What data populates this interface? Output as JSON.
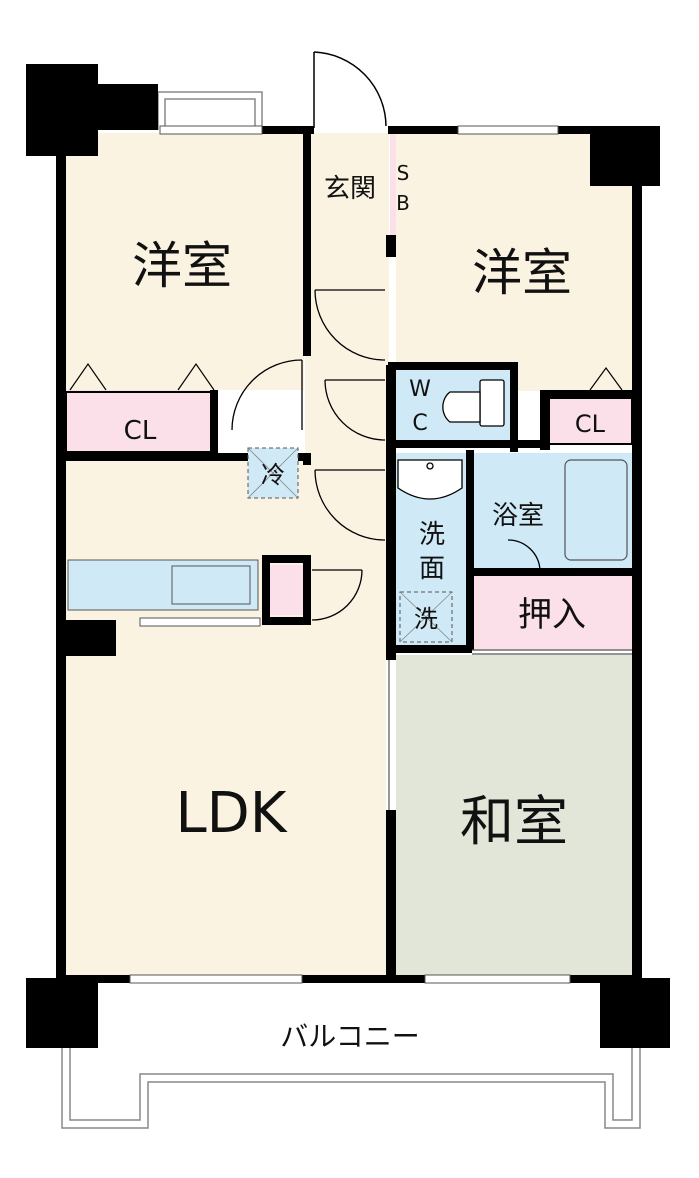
{
  "colors": {
    "wall": "#000000",
    "western_room": "#fbf3e2",
    "japanese_room": "#e2e6d8",
    "wet_area": "#cfe9f6",
    "storage": "#fbe0ea",
    "outline": "#888888"
  },
  "rooms": {
    "western_left": "洋室",
    "western_right": "洋室",
    "entrance": "玄関",
    "shoe_box_top": "S",
    "shoe_box_bottom": "B",
    "closet_left": "CL",
    "closet_right": "CL",
    "wc_top": "W",
    "wc_bottom": "C",
    "refrigerator": "冷",
    "bathroom": "浴室",
    "washroom_top": "洗",
    "washroom_bottom": "面",
    "washer": "洗",
    "oshiire": "押入",
    "ldk": "LDK",
    "japanese_room": "和室",
    "balcony": "バルコニー"
  }
}
